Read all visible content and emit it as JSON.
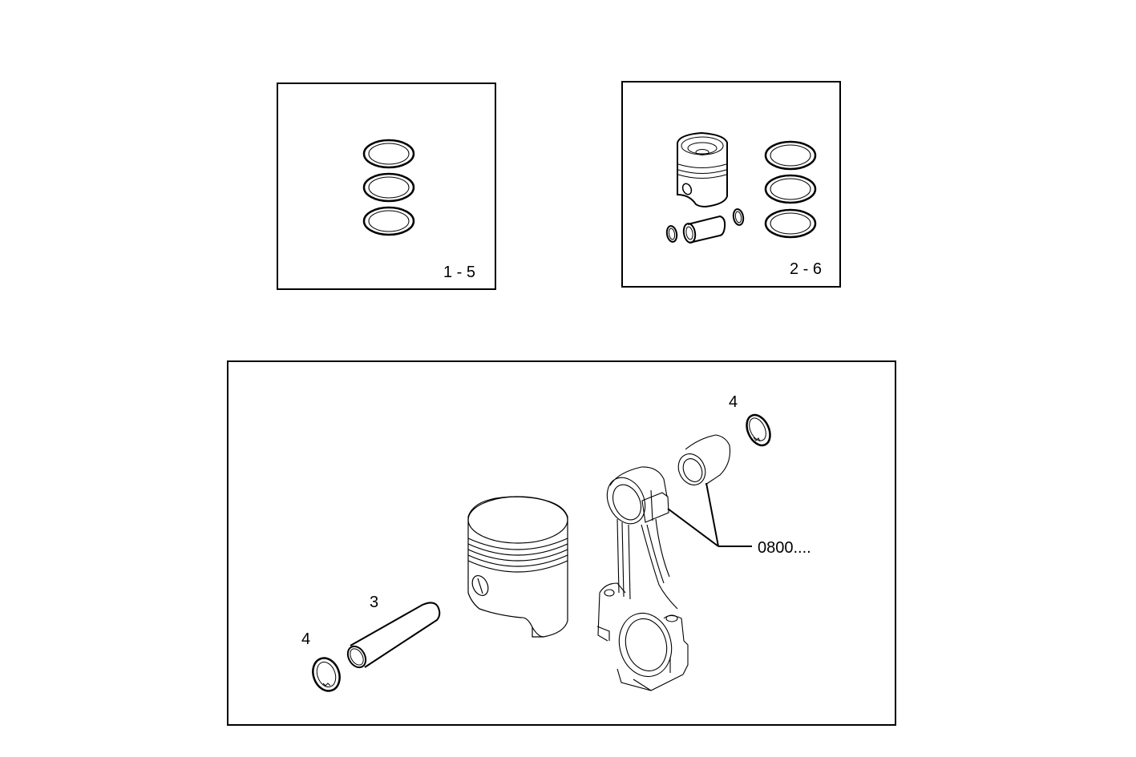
{
  "diagram": {
    "type": "exploded-parts-diagram",
    "subject": "piston and connecting rod assembly",
    "kits": [
      {
        "id": "kit-rings",
        "label": "1 - 5",
        "contents": [
          "piston-ring",
          "piston-ring",
          "piston-ring"
        ]
      },
      {
        "id": "kit-piston",
        "label": "2 - 6",
        "contents": [
          "piston",
          "piston-pin",
          "circlip",
          "circlip",
          "piston-ring",
          "piston-ring",
          "piston-ring"
        ]
      }
    ],
    "main_view": {
      "callouts": [
        {
          "id": "circlip-left",
          "label": "4",
          "part": "circlip"
        },
        {
          "id": "piston-pin",
          "label": "3",
          "part": "piston pin"
        },
        {
          "id": "circlip-right",
          "label": "4",
          "part": "circlip"
        },
        {
          "id": "conrod-bushing",
          "label": "0800....",
          "part": "connecting rod / small-end bushing"
        }
      ],
      "parts": [
        "circlip",
        "piston-pin",
        "piston",
        "connecting-rod",
        "small-end-bushing",
        "circlip"
      ]
    },
    "colors": {
      "line": "#000000",
      "background": "#ffffff"
    }
  }
}
